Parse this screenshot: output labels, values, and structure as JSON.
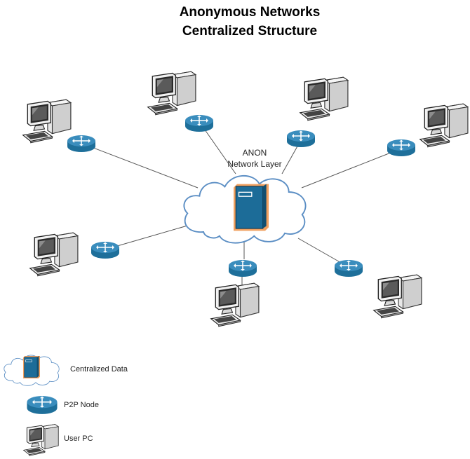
{
  "title": {
    "line1": "Anonymous Networks",
    "line2": "Centralized Structure"
  },
  "center": {
    "label_line1": "ANON",
    "label_line2": "Network Layer",
    "icon": "server-in-cloud-icon"
  },
  "nodes": [
    {
      "name": "node-top-left",
      "pc_icon": "desktop-pc-icon",
      "router_icon": "router-icon"
    },
    {
      "name": "node-top-middle-left",
      "pc_icon": "desktop-pc-icon",
      "router_icon": "router-icon"
    },
    {
      "name": "node-top-middle-right",
      "pc_icon": "desktop-pc-icon",
      "router_icon": "router-icon"
    },
    {
      "name": "node-top-right",
      "pc_icon": "desktop-pc-icon",
      "router_icon": "router-icon"
    },
    {
      "name": "node-middle-left",
      "pc_icon": "desktop-pc-icon",
      "router_icon": "router-icon"
    },
    {
      "name": "node-bottom-middle",
      "pc_icon": "desktop-pc-icon",
      "router_icon": "router-icon"
    },
    {
      "name": "node-bottom-right",
      "pc_icon": "desktop-pc-icon",
      "router_icon": "router-icon"
    }
  ],
  "legend": {
    "items": [
      {
        "label": "Centralized Data",
        "icon": "server-in-cloud-icon"
      },
      {
        "label": "P2P Node",
        "icon": "router-icon"
      },
      {
        "label": "User PC",
        "icon": "desktop-pc-icon"
      }
    ]
  },
  "colors": {
    "router_blue": "#1e6f9a",
    "server_blue": "#1c6c98",
    "server_accent": "#f0a060",
    "cloud_stroke": "#5b8ec4",
    "link_line": "#555555"
  }
}
